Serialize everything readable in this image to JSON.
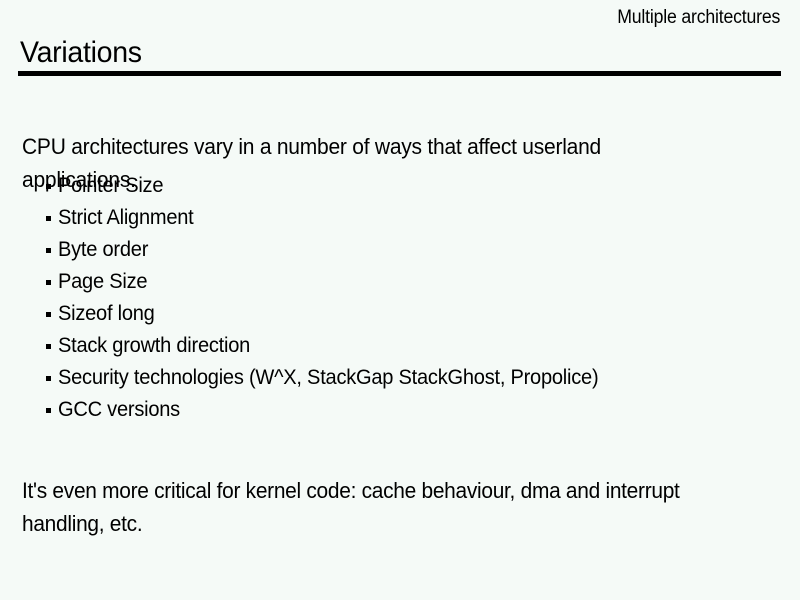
{
  "slide": {
    "background_color": "#f5faf7",
    "text_color": "#000000",
    "header": {
      "eyebrow": "Multiple architectures",
      "title": "Variations",
      "rule_color": "#000000"
    },
    "content": {
      "intro_paragraph": "CPU architectures vary in a number of ways that affect userland applications.",
      "bullet_marker": "square-bullet-icon",
      "bullets": [
        {
          "label": "Pointer Size"
        },
        {
          "label": "Strict Alignment"
        },
        {
          "label": "Byte order"
        },
        {
          "label": "Page Size"
        },
        {
          "label": "Sizeof long"
        },
        {
          "label": "Stack growth direction"
        },
        {
          "label": "Security technologies (W^X, StackGap StackGhost, Propolice)"
        },
        {
          "label": "GCC versions"
        }
      ],
      "outro_paragraph": "It's even more critical for kernel code: cache behaviour, dma and interrupt handling, etc."
    }
  }
}
